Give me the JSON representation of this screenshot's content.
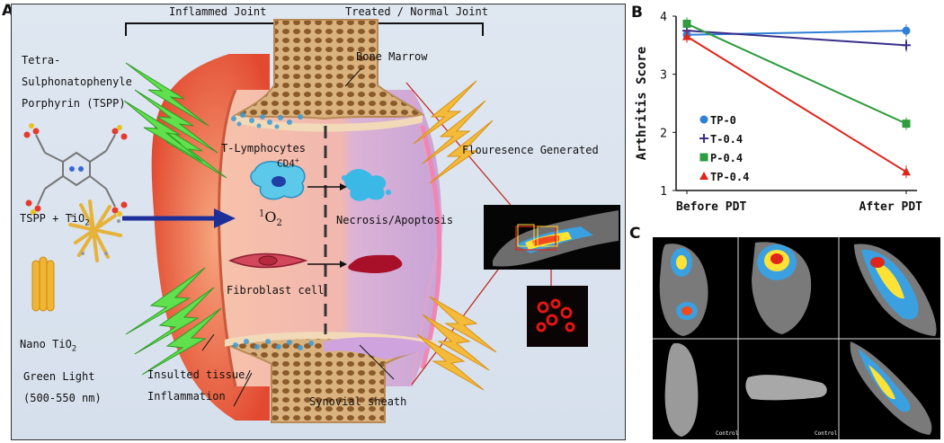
{
  "panel_a": {
    "label": "A",
    "header_left": "Inflammed Joint",
    "header_right": "Treated / Normal Joint",
    "tspp_line1": "Tetra-",
    "tspp_line2": "Sulphonatophenyle",
    "tspp_line3": "Porphyrin (TSPP)",
    "tspp_tio2": "TSPP + TiO",
    "tspp_tio2_sub": "2",
    "nano_tio2": "Nano TiO",
    "nano_tio2_sub": "2",
    "green_light": "Green Light",
    "green_range": "(500-550 nm)",
    "insulted_line1": "Insulted tissue/",
    "insulted_line2": "Inflammation",
    "bone_marrow": "Bone Marrow",
    "t_lymph": "T-Lymphocytes",
    "cd4": "CD4",
    "cd4_sup": "+",
    "singlet_sup": "1",
    "singlet": "O",
    "singlet_sub": "2",
    "necrosis": "Necrosis/Apoptosis",
    "fibroblast": "Fibroblast cell",
    "fluorescence": "Flouresence Generated",
    "synovial": "Synovial sheath"
  },
  "panel_b": {
    "label": "B",
    "chart_data": {
      "type": "line",
      "categories": [
        "Before PDT",
        "After PDT"
      ],
      "ylabel": "Arthritis Score",
      "xlabel": "",
      "ylim": [
        1,
        4
      ],
      "yticks": [
        1,
        2,
        3,
        4
      ],
      "legend_position": "center-left",
      "series": [
        {
          "name": "TP-0",
          "values": [
            3.68,
            3.75
          ],
          "color": "#2f7fd6",
          "marker": "circle"
        },
        {
          "name": "T-0.4",
          "values": [
            3.75,
            3.5
          ],
          "color": "#3a2f8a",
          "marker": "cross"
        },
        {
          "name": "P-0.4",
          "values": [
            3.87,
            2.15
          ],
          "color": "#2e9b3e",
          "marker": "square"
        },
        {
          "name": "TP-0.4",
          "values": [
            3.65,
            1.32
          ],
          "color": "#e0251b",
          "marker": "triangle"
        }
      ]
    }
  },
  "panel_c": {
    "label": "C",
    "control_label_1": "Control",
    "control_label_2": "Control"
  }
}
